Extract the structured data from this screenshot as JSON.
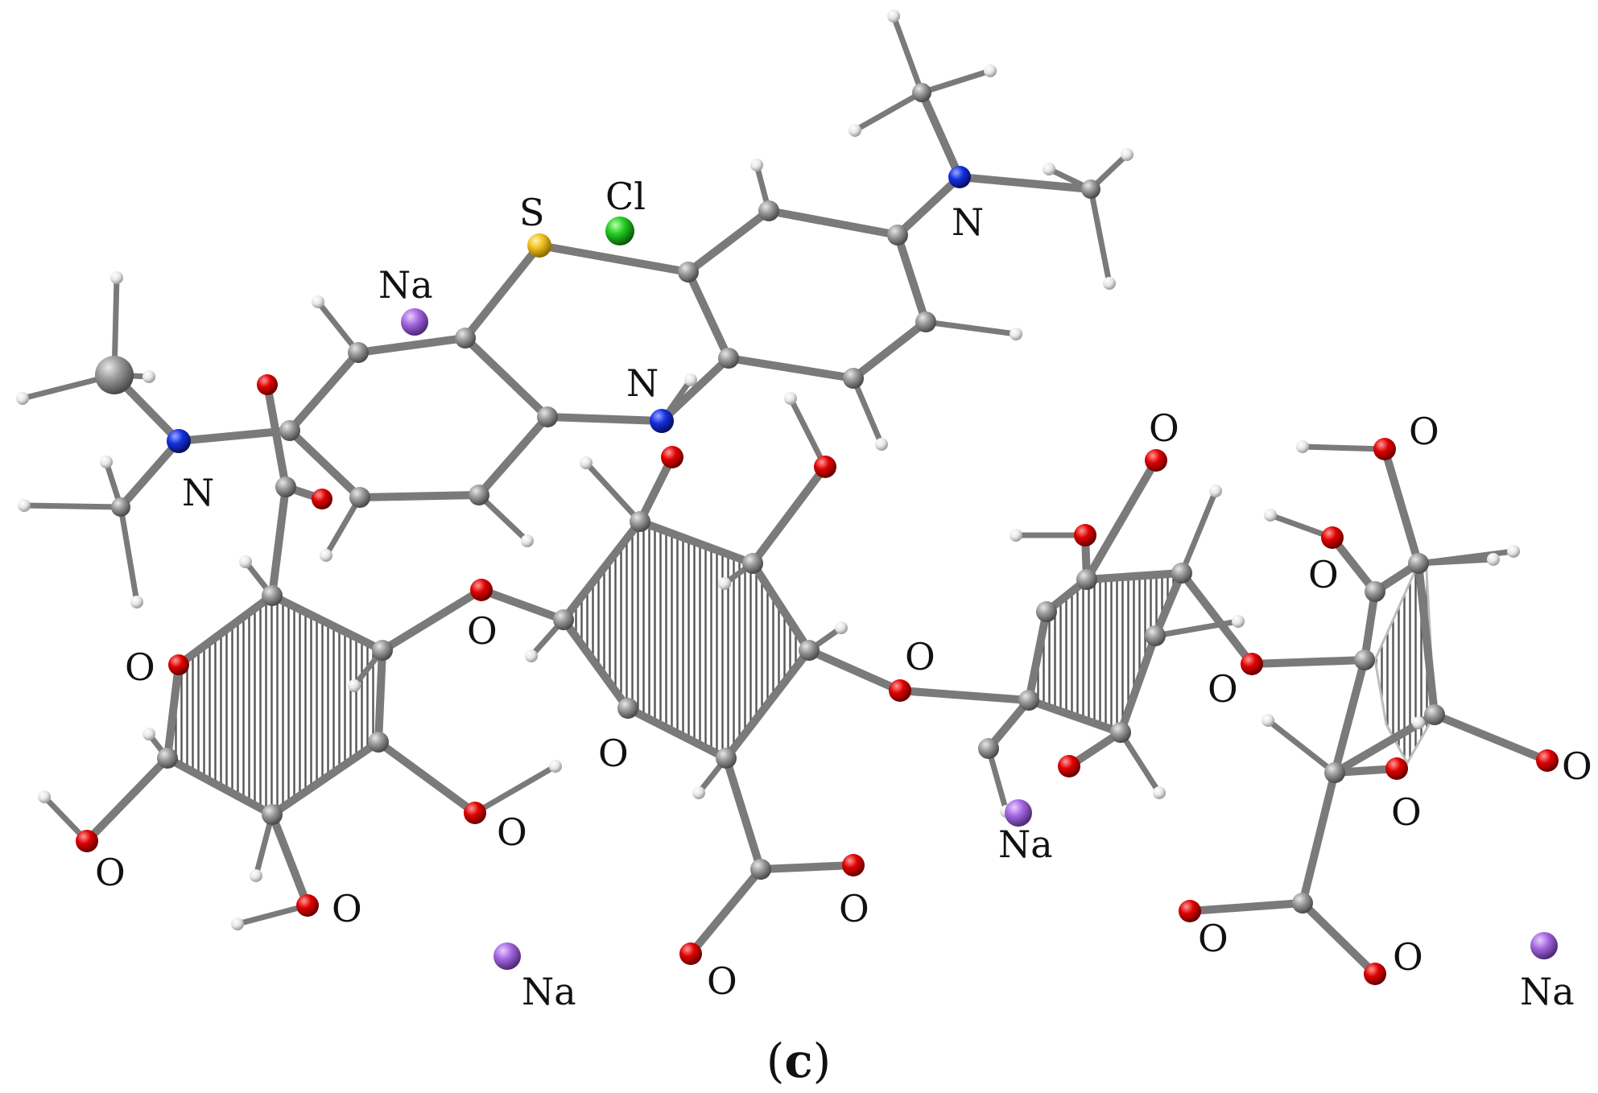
{
  "figure": {
    "caption": {
      "open": "(",
      "letter": "c",
      "close": ")"
    }
  },
  "atom_colors": {
    "C": "#8e8e8e",
    "H": "#f2f2f2",
    "O": "#e00000",
    "N": "#1530e0",
    "S": "#f0c020",
    "Cl": "#22cc22",
    "Na": "#a566e0"
  },
  "bond_color": "#7a7a7a",
  "labels": {
    "s": "S",
    "cl": "Cl",
    "n": "N",
    "na": "Na",
    "o": "O"
  }
}
